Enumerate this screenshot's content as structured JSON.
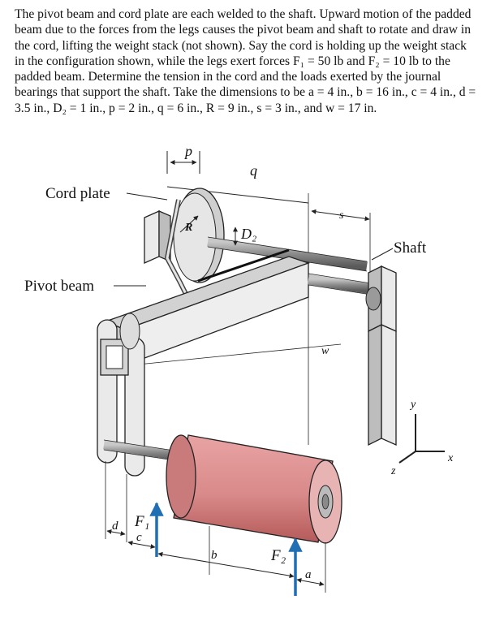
{
  "problem_text": "The pivot beam and cord plate are each welded to the shaft. Upward motion of the padded beam due to the forces from the legs causes the pivot beam and shaft to rotate and draw in the cord, lifting the weight stack (not shown). Say the cord is holding up the weight stack in the configuration shown, while the legs exert forces F₁ = 50 lb and F₂ = 10 lb to the padded beam. Determine the tension in the cord and the loads exerted by the journal bearings that support the shaft. Take the dimensions to be a = 4 in., b = 16 in., c = 4 in., d = 3.5 in., D₂ = 1 in., p = 2 in., q = 6 in., R = 9 in., s = 3 in., and w = 17 in.",
  "figure": {
    "labels": {
      "cord_plate": "Cord plate",
      "shaft": "Shaft",
      "pivot_beam": "Pivot beam",
      "p": "p",
      "q": "q",
      "R": "R",
      "D2": "D₂",
      "s": "s",
      "w": "w",
      "F1": "F₁",
      "F2": "F₂",
      "a": "a",
      "b": "b",
      "c": "c",
      "d": "d",
      "axis_x": "x",
      "axis_y": "y",
      "axis_z": "z"
    },
    "colors": {
      "beam_fill": "#e3e3e3",
      "beam_top": "#d0d0d0",
      "pad_fill": "#d98a8a",
      "pad_dark": "#b55a5a",
      "arrow": "#1f6fb2",
      "shaft": "#8a8a8a",
      "line": "#222222"
    }
  }
}
